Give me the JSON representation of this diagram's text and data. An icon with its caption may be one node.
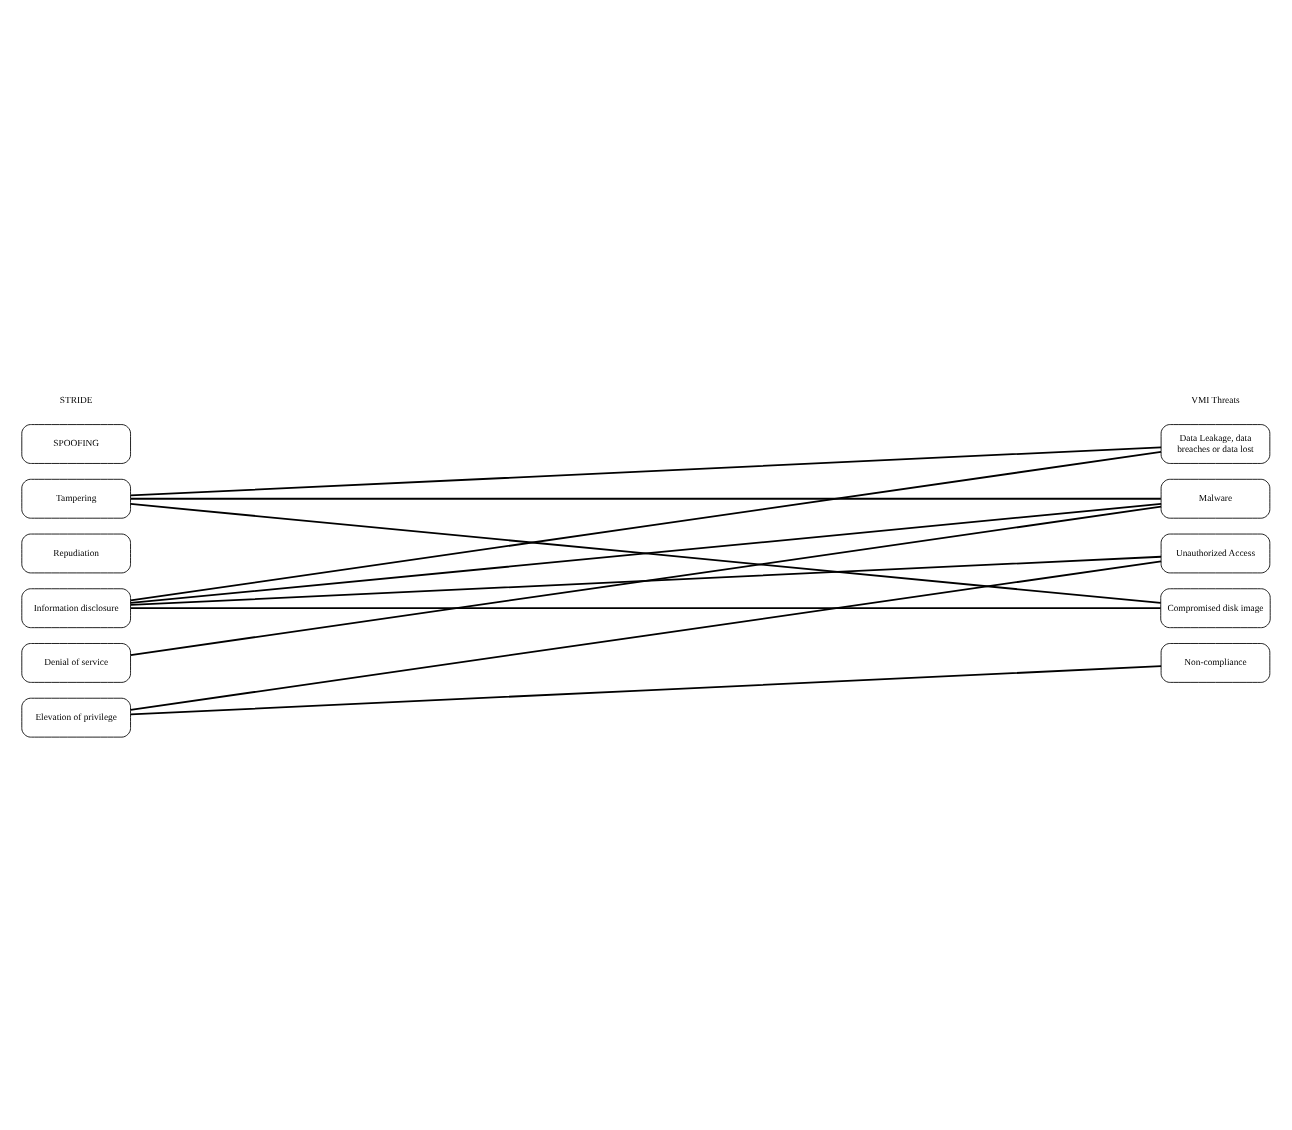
{
  "diagram": {
    "nodes": [
      {
        "text": [
          "SPOOFING"
        ]
      },
      {
        "text": [
          "Tampering"
        ]
      },
      {
        "text": [
          "Repudiation"
        ]
      },
      {
        "text": [
          "Information disclosure"
        ]
      },
      {
        "text": [
          "Denial of service"
        ]
      },
      {
        "text": [
          "Elevation of privilege"
        ]
      },
      {
        "text": [
          "Data Leakage, data breaches or data lost"
        ]
      },
      {
        "text": [
          "Malware"
        ]
      },
      {
        "text": [
          "Unauthorized Access"
        ]
      },
      {
        "text": [
          "Compromised disk image"
        ]
      },
      {
        "text": [
          "Non-compliance"
        ]
      }
    ],
    "edges": [
      {
        "from": 1,
        "to": 6,
        "arrow": "none"
      },
      {
        "from": 1,
        "to": 7,
        "arrow": "none"
      },
      {
        "from": 1,
        "to": 9,
        "arrow": "none"
      },
      {
        "from": 3,
        "to": 6,
        "arrow": "none"
      },
      {
        "from": 3,
        "to": 7,
        "arrow": "none"
      },
      {
        "from": 3,
        "to": 8,
        "arrow": "none"
      },
      {
        "from": 3,
        "to": 9,
        "arrow": "none"
      },
      {
        "from": 4,
        "to": 7,
        "arrow": "none"
      },
      {
        "from": 5,
        "to": 8,
        "arrow": "none"
      },
      {
        "from": 5,
        "to": 10,
        "arrow": "none"
      }
    ],
    "labels": [
      "STRIDE",
      "VMI Threats"
    ]
  }
}
